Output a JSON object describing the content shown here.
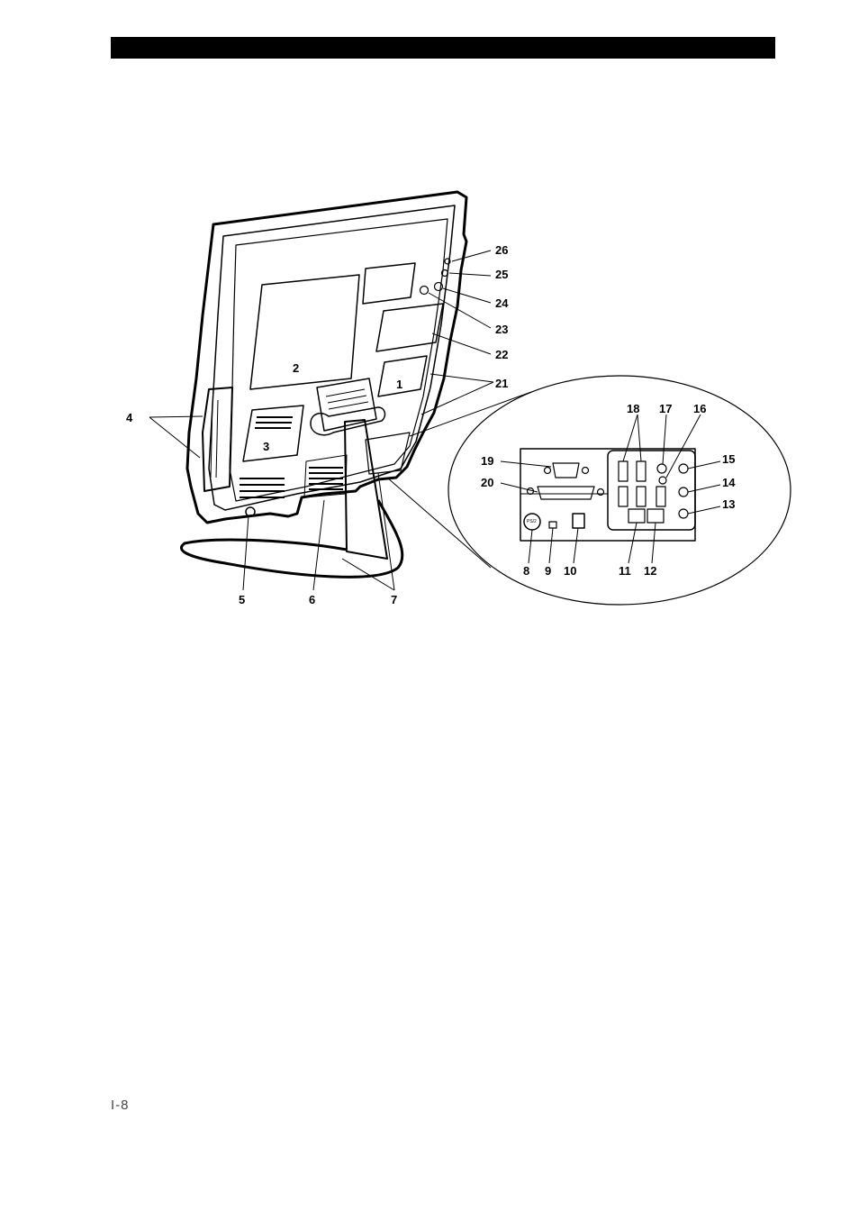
{
  "page": {
    "page_number": "I-8"
  },
  "figure": {
    "callouts": {
      "c1": "1",
      "c2": "2",
      "c3": "3",
      "c4": "4",
      "c5": "5",
      "c6": "6",
      "c7": "7",
      "c8": "8",
      "c9": "9",
      "c10": "10",
      "c11": "11",
      "c12": "12",
      "c13": "13",
      "c14": "14",
      "c15": "15",
      "c16": "16",
      "c17": "17",
      "c18": "18",
      "c19": "19",
      "c20": "20",
      "c21": "21",
      "c22": "22",
      "c23": "23",
      "c24": "24",
      "c25": "25",
      "c26": "26"
    },
    "ps2_port_text": "PS/2"
  }
}
